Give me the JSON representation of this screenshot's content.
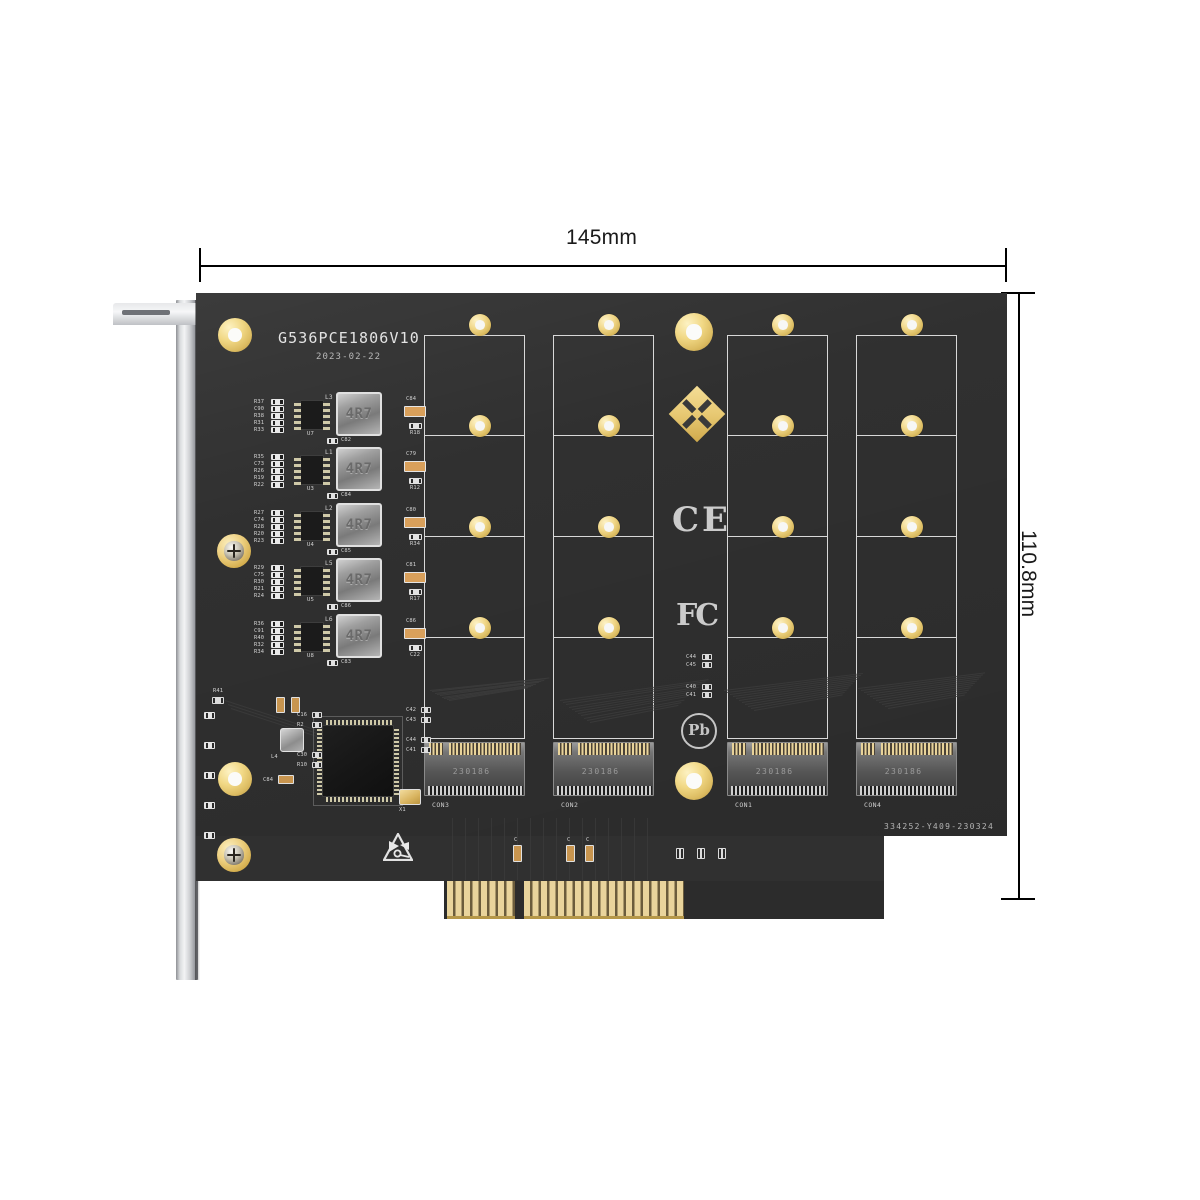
{
  "diagram": {
    "subject": "PCIe to quad M.2 NVMe SSD adapter card",
    "background_color": "#ffffff"
  },
  "dimensions": {
    "width_label": "145mm",
    "height_label": "110.8mm",
    "line_color": "#000000"
  },
  "pcb": {
    "color": "#303030",
    "silkscreen_color": "#e3e3e3",
    "model_number": "G536PCE1806V10",
    "date_code": "2023-02-22",
    "serial_number": "334252-Y409-230324"
  },
  "certification_marks": {
    "ce": "CE",
    "fcc": "FC",
    "rohs": "Pb"
  },
  "connectors": {
    "labels": [
      "CON3",
      "CON2",
      "CON1",
      "CON4"
    ],
    "connector_code": "230186",
    "gold_finger_type": "PCIe x4"
  },
  "power_stage": {
    "inductor_marking": "4R7",
    "inductor_labels": [
      "L3",
      "L1",
      "L2",
      "L5",
      "L6"
    ],
    "ic_labels": [
      "U7",
      "U3",
      "U4",
      "U5",
      "U8"
    ],
    "cap_labels": [
      "C84",
      "C79",
      "C80",
      "C81",
      "C86"
    ],
    "res_labels": [
      "R18",
      "R12",
      "R34",
      "R17",
      "C22"
    ],
    "side_caps": [
      "C82",
      "C84",
      "C85",
      "C86",
      "C83"
    ],
    "ref_groups": [
      [
        "R37",
        "C90",
        "R38",
        "R31",
        "R33"
      ],
      [
        "R35",
        "C73",
        "R26",
        "R19",
        "R22"
      ],
      [
        "R27",
        "C74",
        "R28",
        "R20",
        "R23"
      ],
      [
        "R29",
        "C75",
        "R30",
        "R21",
        "R24"
      ],
      [
        "R36",
        "C91",
        "R40",
        "R32",
        "R34"
      ]
    ]
  },
  "controller": {
    "crystal_label": "X1",
    "inductor_label": "L4",
    "near_refs": [
      "C16",
      "R2",
      "C30",
      "R10",
      "C42",
      "C43",
      "C44",
      "C41"
    ]
  },
  "edge_components": {
    "resistor_label": "R41",
    "led_count": 5
  },
  "markings": {
    "esd_symbol": "esd-sensitive-triangle",
    "gold_diamond": "tuning-pad"
  }
}
